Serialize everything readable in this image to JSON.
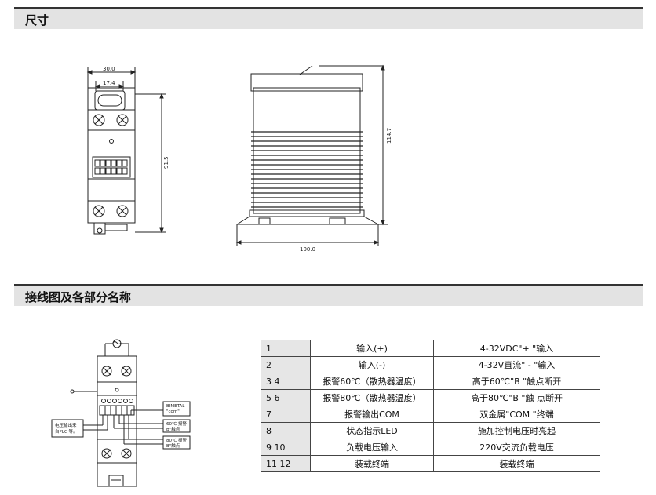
{
  "sections": {
    "dimensions_title": "尺寸",
    "wiring_title": "接线图及各部分名称"
  },
  "dimensions": {
    "width_total": "30.0",
    "width_inner": "17.4",
    "height_front": "91.5",
    "height_side": "114.7",
    "depth_side": "100.0"
  },
  "wiring_labels": {
    "bimetal_1": "BIMETAL",
    "bimetal_2": "\"com\"",
    "alarm1_1": "60℃ 报警",
    "alarm1_2": "B\"触点",
    "alarm2_1": "80℃ 报警",
    "alarm2_2": "B\"触点",
    "signal_1": "电压输出来",
    "signal_2": "自PLC 等。"
  },
  "table": [
    {
      "num": "1",
      "name": "输入(+)",
      "desc": "4-32VDC\"+ \"输入"
    },
    {
      "num": "2",
      "name": "输入(-)",
      "desc": "4-32V直流\" - \"输入"
    },
    {
      "num": "3   4",
      "name": "报警60℃（散热器温度）",
      "desc": "高于60℃\"B \"触点断开"
    },
    {
      "num": "5   6",
      "name": "报警80℃（散热器温度）",
      "desc": "高于80℃\"B \"触 点断开"
    },
    {
      "num": "7",
      "name": "报警输出COM",
      "desc": "双金属\"COM \"终端"
    },
    {
      "num": "8",
      "name": "状态指示LED",
      "desc": "施加控制电压时亮起"
    },
    {
      "num": "9   10",
      "name": "负载电压输入",
      "desc": "220V交流负载电压"
    },
    {
      "num": "11  12",
      "name": "装载终端",
      "desc": "装载终端"
    }
  ]
}
